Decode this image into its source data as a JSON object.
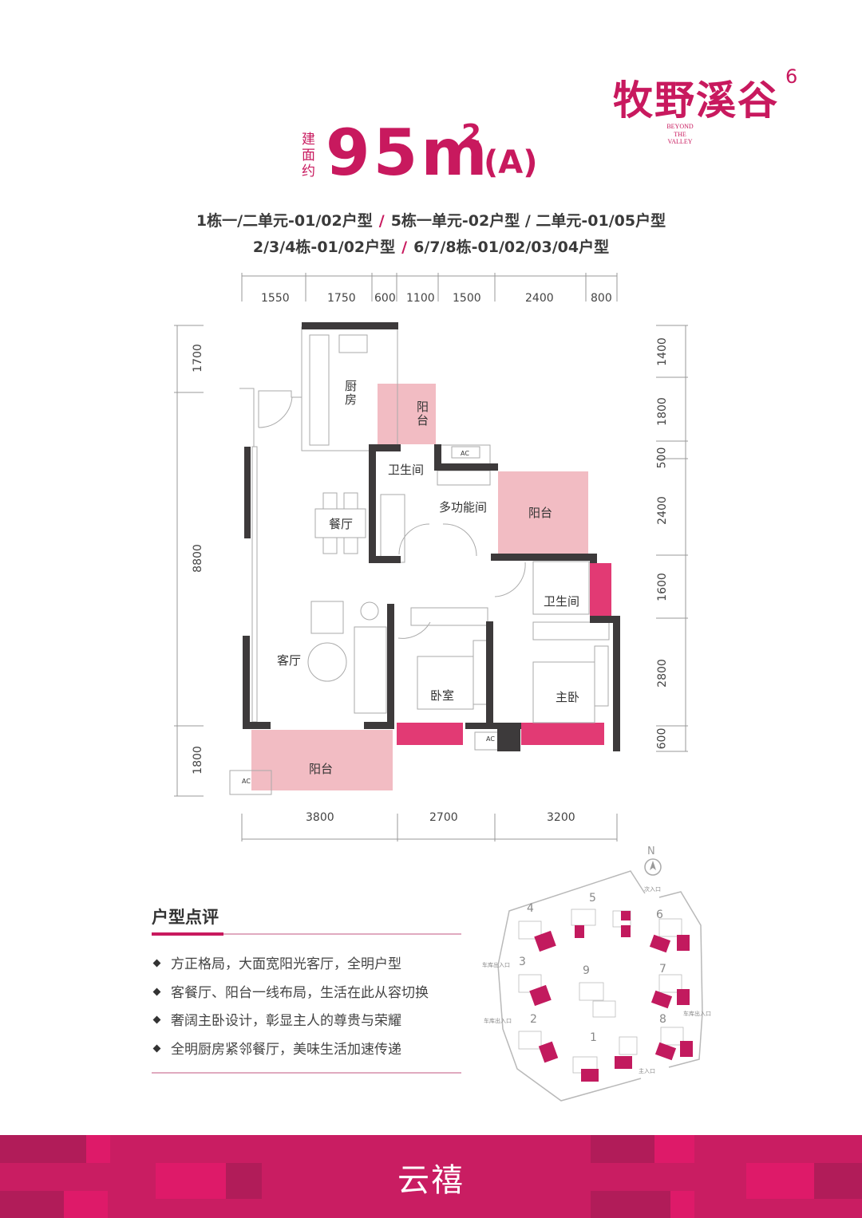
{
  "logo": {
    "name": "牧野溪谷",
    "superscript": "6",
    "tagline": [
      "BEYOND",
      "THE",
      "VALLEY"
    ]
  },
  "title": {
    "prefix": "建面约",
    "area_number": "95m",
    "area_superscript": "2",
    "type_label": "(A)"
  },
  "unit_types": {
    "line1": [
      "1栋一/二单元-01/02户型",
      "5栋一单元-02户型 / 二单元-01/05户型"
    ],
    "line2": [
      "2/3/4栋-01/02户型",
      "6/7/8栋-01/02/03/04户型"
    ],
    "separator": "/"
  },
  "floor_plan": {
    "top_dimensions": [
      "1550",
      "1750",
      "600",
      "1100",
      "1500",
      "2400",
      "800"
    ],
    "bottom_dimensions": [
      "3800",
      "2700",
      "3200"
    ],
    "left_dimensions": [
      "1700",
      "8800",
      "1800"
    ],
    "right_dimensions": [
      "1400",
      "1800",
      "500",
      "2400",
      "1600",
      "2800",
      "600"
    ],
    "rooms": {
      "kitchen": "厨房",
      "balcony_service": "阳台",
      "bathroom_public": "卫生间",
      "multifunction": "多功能间",
      "balcony_east": "阳台",
      "dining": "餐厅",
      "bathroom_master": "卫生间",
      "living": "客厅",
      "bedroom": "卧室",
      "master_bedroom": "主卧",
      "balcony_living": "阳台"
    },
    "ac_label": "AC",
    "colors": {
      "wall": "#3d3a3b",
      "balcony": "#f2bcc3",
      "bay_window": "#e23a74"
    }
  },
  "review": {
    "heading": "户型点评",
    "items": [
      "方正格局，大面宽阳光客厅，全明户型",
      "客餐厅、阳台一线布局，生活在此从容切换",
      "奢阔主卧设计，彰显主人的尊贵与荣耀",
      "全明厨房紧邻餐厅，美味生活加速传递"
    ]
  },
  "site_map": {
    "north_label": "N",
    "entrances": {
      "secondary": "次入口",
      "main": "主入口",
      "vehicle_west_1": "车库出入口",
      "vehicle_west_2": "车库出入口",
      "vehicle_east": "车库出入口"
    },
    "buildings": [
      "1",
      "2",
      "3",
      "4",
      "5",
      "6",
      "7",
      "8",
      "9"
    ]
  },
  "footer": {
    "brand": "云禧",
    "color": "#c91d62"
  }
}
